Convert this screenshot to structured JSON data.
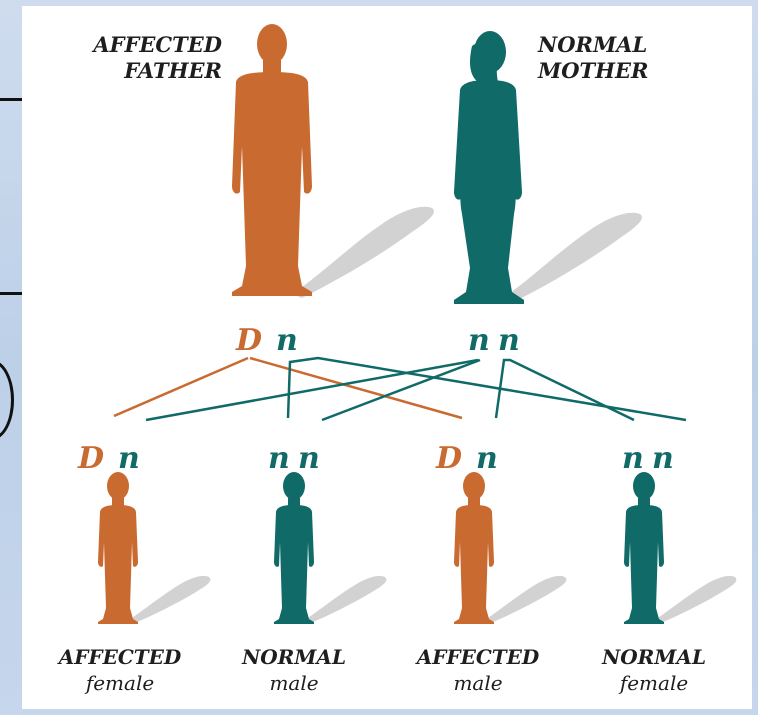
{
  "colors": {
    "affected": "#c96a31",
    "normal": "#0f6a68",
    "shadow": "#d2d2d2",
    "text": "#1e1e1e"
  },
  "parents": {
    "father": {
      "label_line1": "AFFECTED",
      "label_line2": "FATHER",
      "allele1": "D",
      "allele2": "n"
    },
    "mother": {
      "label_line1": "NORMAL",
      "label_line2": "MOTHER",
      "allele1": "n",
      "allele2": "n"
    }
  },
  "children": [
    {
      "status": "AFFECTED",
      "sex": "female",
      "allele1": "D",
      "allele2": "n"
    },
    {
      "status": "NORMAL",
      "sex": "male",
      "allele1": "n",
      "allele2": "n"
    },
    {
      "status": "AFFECTED",
      "sex": "male",
      "allele1": "D",
      "allele2": "n"
    },
    {
      "status": "NORMAL",
      "sex": "female",
      "allele1": "n",
      "allele2": "n"
    }
  ]
}
